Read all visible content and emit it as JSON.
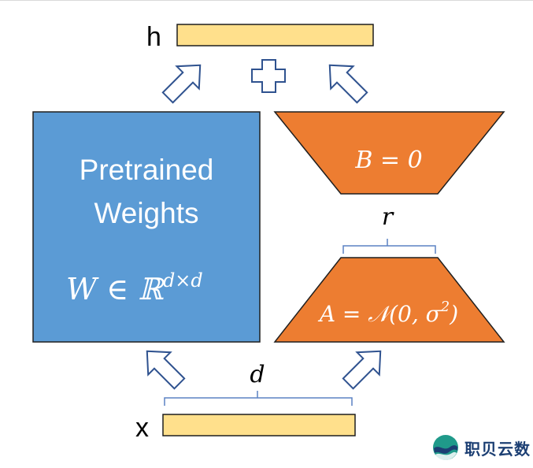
{
  "labels": {
    "h": "h",
    "x": "x",
    "d": "d",
    "r": "r"
  },
  "pretrained": {
    "line1": "Pretrained",
    "line2": "Weights",
    "formula_base": "W ∈ ℝ",
    "formula_sup": "d×d"
  },
  "matrix_b": {
    "formula": "B = 0"
  },
  "matrix_a": {
    "formula_prefix": "A = 𝒩(0, σ",
    "formula_sup": "2",
    "formula_suffix": ")"
  },
  "watermark": {
    "text": "职贝云数"
  },
  "colors": {
    "blue_block": "#5b9bd5",
    "orange_block": "#ed7d31",
    "yellow_bar": "#ffe08c",
    "arrow_stroke": "#2f528f",
    "brace": "#5b82c4"
  }
}
